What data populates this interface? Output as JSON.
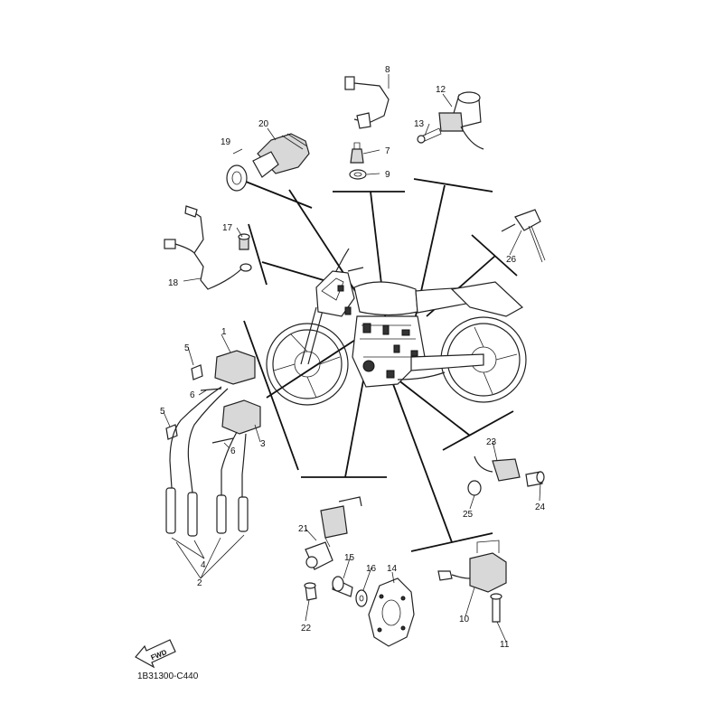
{
  "diagram": {
    "drawing_code": "1B31300-C440",
    "fwd_label": "FWD",
    "labels": {
      "p1": "1",
      "p2": "2",
      "p3": "3",
      "p4": "4",
      "p5a": "5",
      "p5b": "5",
      "p6a": "6",
      "p6b": "6",
      "p7": "7",
      "p8": "8",
      "p9": "9",
      "p10": "10",
      "p11": "11",
      "p12": "12",
      "p13": "13",
      "p14": "14",
      "p15": "15",
      "p16": "16",
      "p17": "17",
      "p18": "18",
      "p19": "19",
      "p20": "20",
      "p21": "21",
      "p22": "22",
      "p23": "23",
      "p24": "24",
      "p25": "25",
      "p26": "26"
    }
  },
  "colors": {
    "line": "#222222",
    "background": "#ffffff"
  }
}
